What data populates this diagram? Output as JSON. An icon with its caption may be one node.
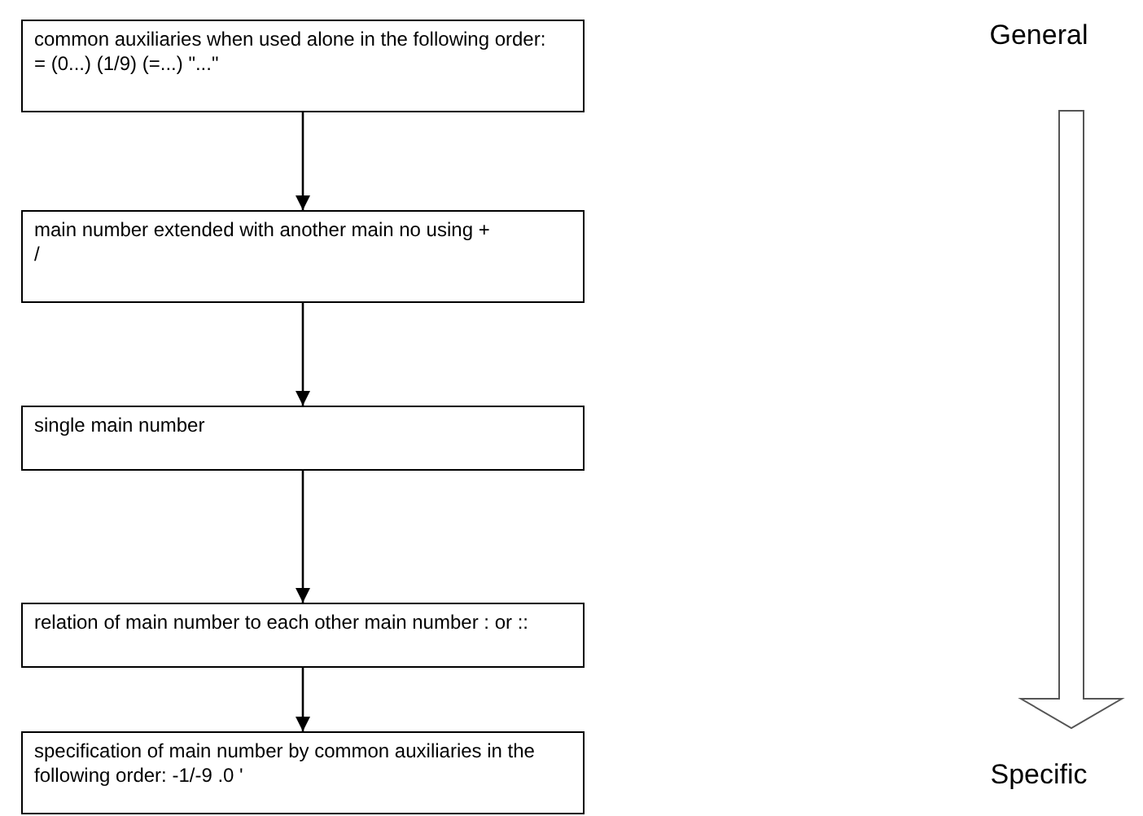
{
  "diagram": {
    "nodes": [
      {
        "text": [
          "common auxiliaries when used alone in the following order: = (0...) (1/9) (=...) \"...\""
        ]
      },
      {
        "text": [
          "main number extended with another main no using + /"
        ]
      },
      {
        "text": [
          "single main number"
        ]
      },
      {
        "text": [
          "relation of main number to each other main number : or ::"
        ]
      },
      {
        "text": [
          "specification of main number by common auxiliaries in the following order: -1/-9 .0 '"
        ]
      },
      {
        "text": [
          "General"
        ]
      },
      {
        "text": [
          "Specific"
        ]
      }
    ],
    "edges": [
      {
        "from": 0,
        "to": 1,
        "arrow": "to"
      },
      {
        "from": 1,
        "to": 2,
        "arrow": "to"
      },
      {
        "from": 2,
        "to": 3,
        "arrow": "to"
      },
      {
        "from": 3,
        "to": 4,
        "arrow": "to"
      },
      {
        "from": 5,
        "to": 6,
        "arrow": "to",
        "style": "thick"
      }
    ]
  }
}
